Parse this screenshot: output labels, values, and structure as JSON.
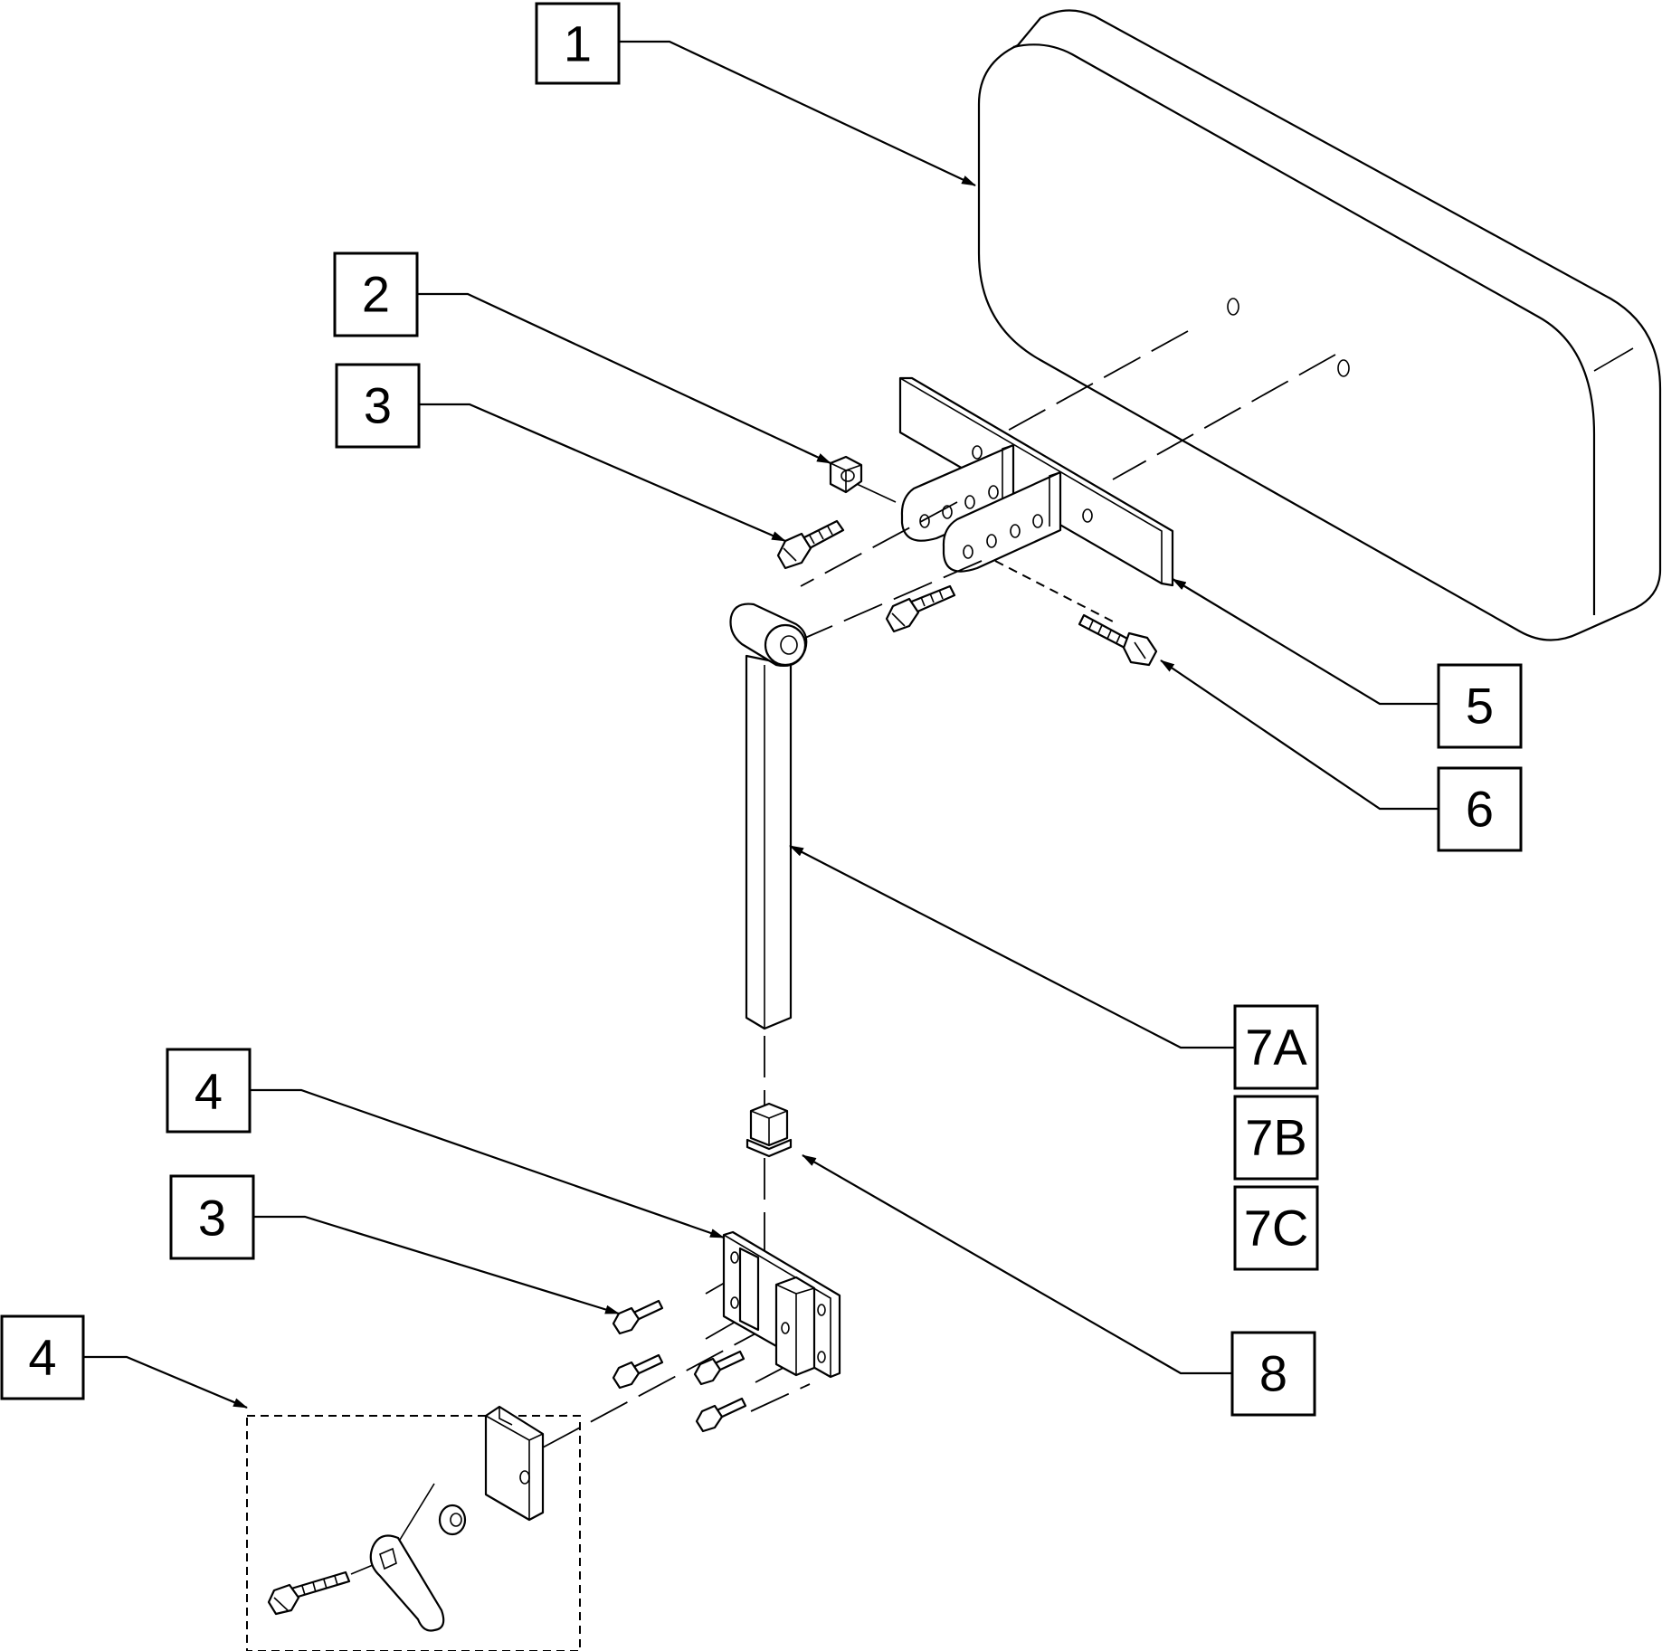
{
  "callouts": [
    {
      "id": "c1",
      "label": "1"
    },
    {
      "id": "c2",
      "label": "2"
    },
    {
      "id": "c3a",
      "label": "3"
    },
    {
      "id": "c3b",
      "label": "3"
    },
    {
      "id": "c4a",
      "label": "4"
    },
    {
      "id": "c4b",
      "label": "4"
    },
    {
      "id": "c5",
      "label": "5"
    },
    {
      "id": "c6",
      "label": "6"
    },
    {
      "id": "c7a",
      "label": "7A"
    },
    {
      "id": "c7b",
      "label": "7B"
    },
    {
      "id": "c7c",
      "label": "7C"
    },
    {
      "id": "c8",
      "label": "8"
    }
  ],
  "colors": {
    "line": "#000000",
    "background": "#ffffff"
  }
}
